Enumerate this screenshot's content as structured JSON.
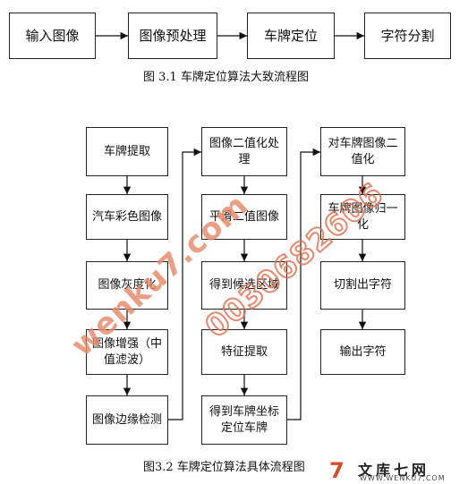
{
  "figure1": {
    "steps": [
      "输入图像",
      "图像预处理",
      "车牌定位",
      "字符分割"
    ],
    "caption": "图 3.1  车牌定位算法大致流程图"
  },
  "figure2": {
    "column1": [
      "车牌提取",
      "汽车彩色图像",
      "图像灰度化",
      "图像增强（中值滤波）",
      "图像边缘检测"
    ],
    "column2": [
      "图像二值化处理",
      "平滑二值图像",
      "得到候选区域",
      "特征提取",
      "得到车牌坐标定位车牌"
    ],
    "column3": [
      "对车牌图像二值化",
      "车牌图像归一化",
      "切割出字符",
      "输出字符"
    ],
    "caption": "图3.2  车牌定位算法具体流程图"
  },
  "watermarks": {
    "site": "wenku7.com",
    "phone": "0030682606"
  },
  "logo": {
    "name": "文库七网",
    "url": "WWW.WENKU7.COM"
  }
}
